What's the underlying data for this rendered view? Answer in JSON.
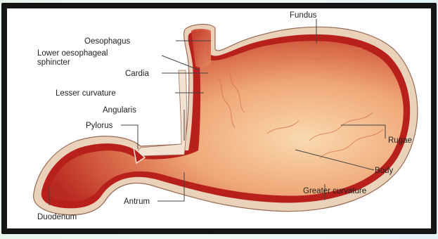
{
  "colors": {
    "frame": "#151515",
    "panel": "#ffffff",
    "wall_outer": "#e9d1ba",
    "wall_inner": "#b8211b",
    "lumen_light": "#f6c79b",
    "lumen_dark": "#b92b22",
    "leader": "#444444"
  },
  "labels": {
    "fundus": "Fundus",
    "oesophagus": "Oesophagus",
    "les_line1": "Lower oesophageal",
    "les_line2": "sphincter",
    "cardia": "Cardia",
    "lesser_curvature": "Lesser curvature",
    "angularis": "Angularis",
    "pylorus": "Pylorus",
    "rugae": "Rugae",
    "body": "Body",
    "greater_curvature": "Greater curvature",
    "antrum": "Antrum",
    "duodenum": "Duodenum"
  }
}
